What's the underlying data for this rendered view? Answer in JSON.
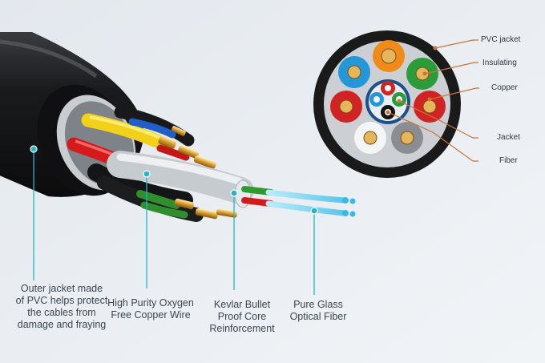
{
  "cross_section_labels": {
    "pvc_jacket": "PVC jacket",
    "insulating": "Insulating",
    "copper": "Copper",
    "jacket": "Jacket",
    "fiber": "Fiber"
  },
  "callouts": {
    "outer_jacket": "Outer jacket made\nof PVC helps protect\nthe cables from\ndamage and fraying",
    "copper_wire": "High Purity Oxygen\nFree Copper Wire",
    "kevlar": "Kevlar Bullet\nProof Core\nReinforcement",
    "optical_fiber": "Pure Glass\nOptical Fiber"
  },
  "colors": {
    "pointer_orange": "#c8763a",
    "pointer_cyan": "#22b6c8",
    "fiber_glow": "#7fd8f0",
    "cable_black": "#1c1c1e"
  }
}
